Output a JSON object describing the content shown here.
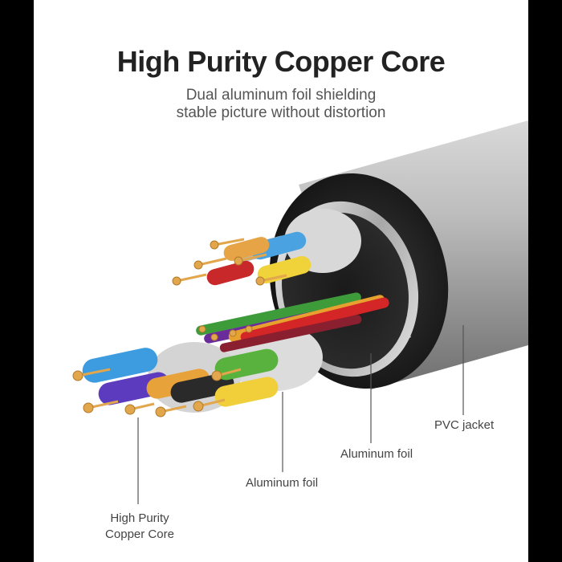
{
  "heading": {
    "title": "High Purity Copper Core",
    "subtitle_line1": "Dual aluminum foil shielding",
    "subtitle_line2": "stable picture without distortion"
  },
  "callouts": {
    "pvc_jacket": "PVC jacket",
    "aluminum_foil_outer": "Aluminum foil",
    "aluminum_foil_inner": "Aluminum foil",
    "copper_core_line1": "High Purity",
    "copper_core_line2": "Copper Core"
  },
  "colors": {
    "background": "#ffffff",
    "side_bars": "#000000",
    "jacket": "#9a9a9a",
    "copper": "#e0a64a"
  }
}
